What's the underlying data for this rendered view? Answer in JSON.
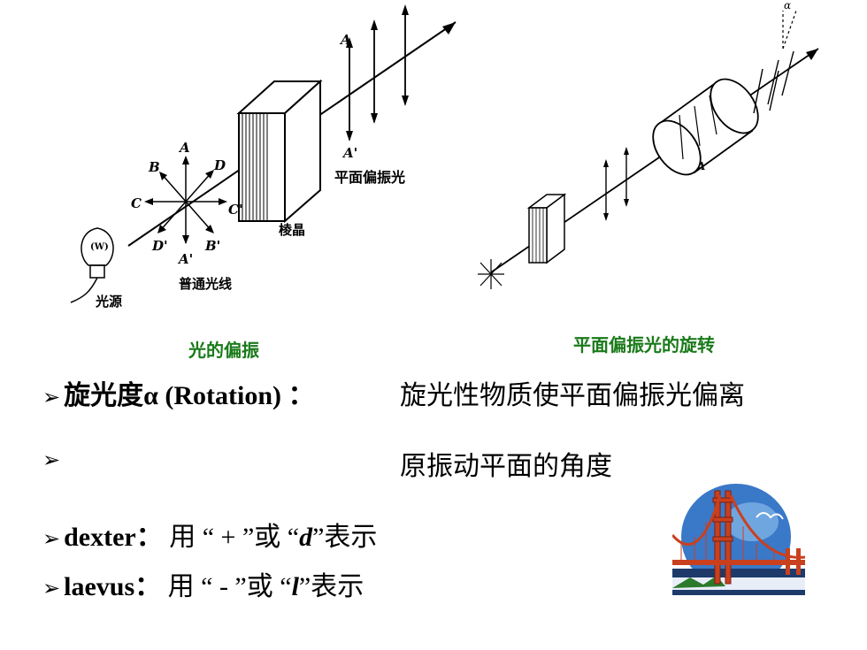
{
  "left_figure": {
    "caption": "光的偏振",
    "labels": {
      "A_top": "A",
      "A_prime_beam": "A'",
      "plane_polarized": "平面偏振光",
      "crystal": "棱晶",
      "ordinary_light": "普通光线",
      "light_source": "光源",
      "bulb": "(W)",
      "B": "B",
      "D": "D",
      "C": "C",
      "C_prime": "C'",
      "D_prime": "D'",
      "B_prime": "B'",
      "A_star": "A",
      "A_star_prime": "A'"
    }
  },
  "right_figure": {
    "caption": "平面偏振光的旋转",
    "labels": {
      "alpha": "α",
      "tube": "A"
    }
  },
  "text": {
    "bullet": "➢",
    "rotation_label": "旋光度α (Rotation) ：",
    "rotation_desc_1": "旋光性物质使平面偏振光偏离",
    "rotation_desc_2": "原振动平面的角度",
    "dexter_label": "dexter：",
    "dexter_pre": "用 “ + ”或 “",
    "dexter_sym": "d",
    "dexter_post": "”表示",
    "laevus_label": "laevus：",
    "laevus_pre": "用 “ - ”或 “",
    "laevus_sym": "l",
    "laevus_post": "”表示"
  }
}
